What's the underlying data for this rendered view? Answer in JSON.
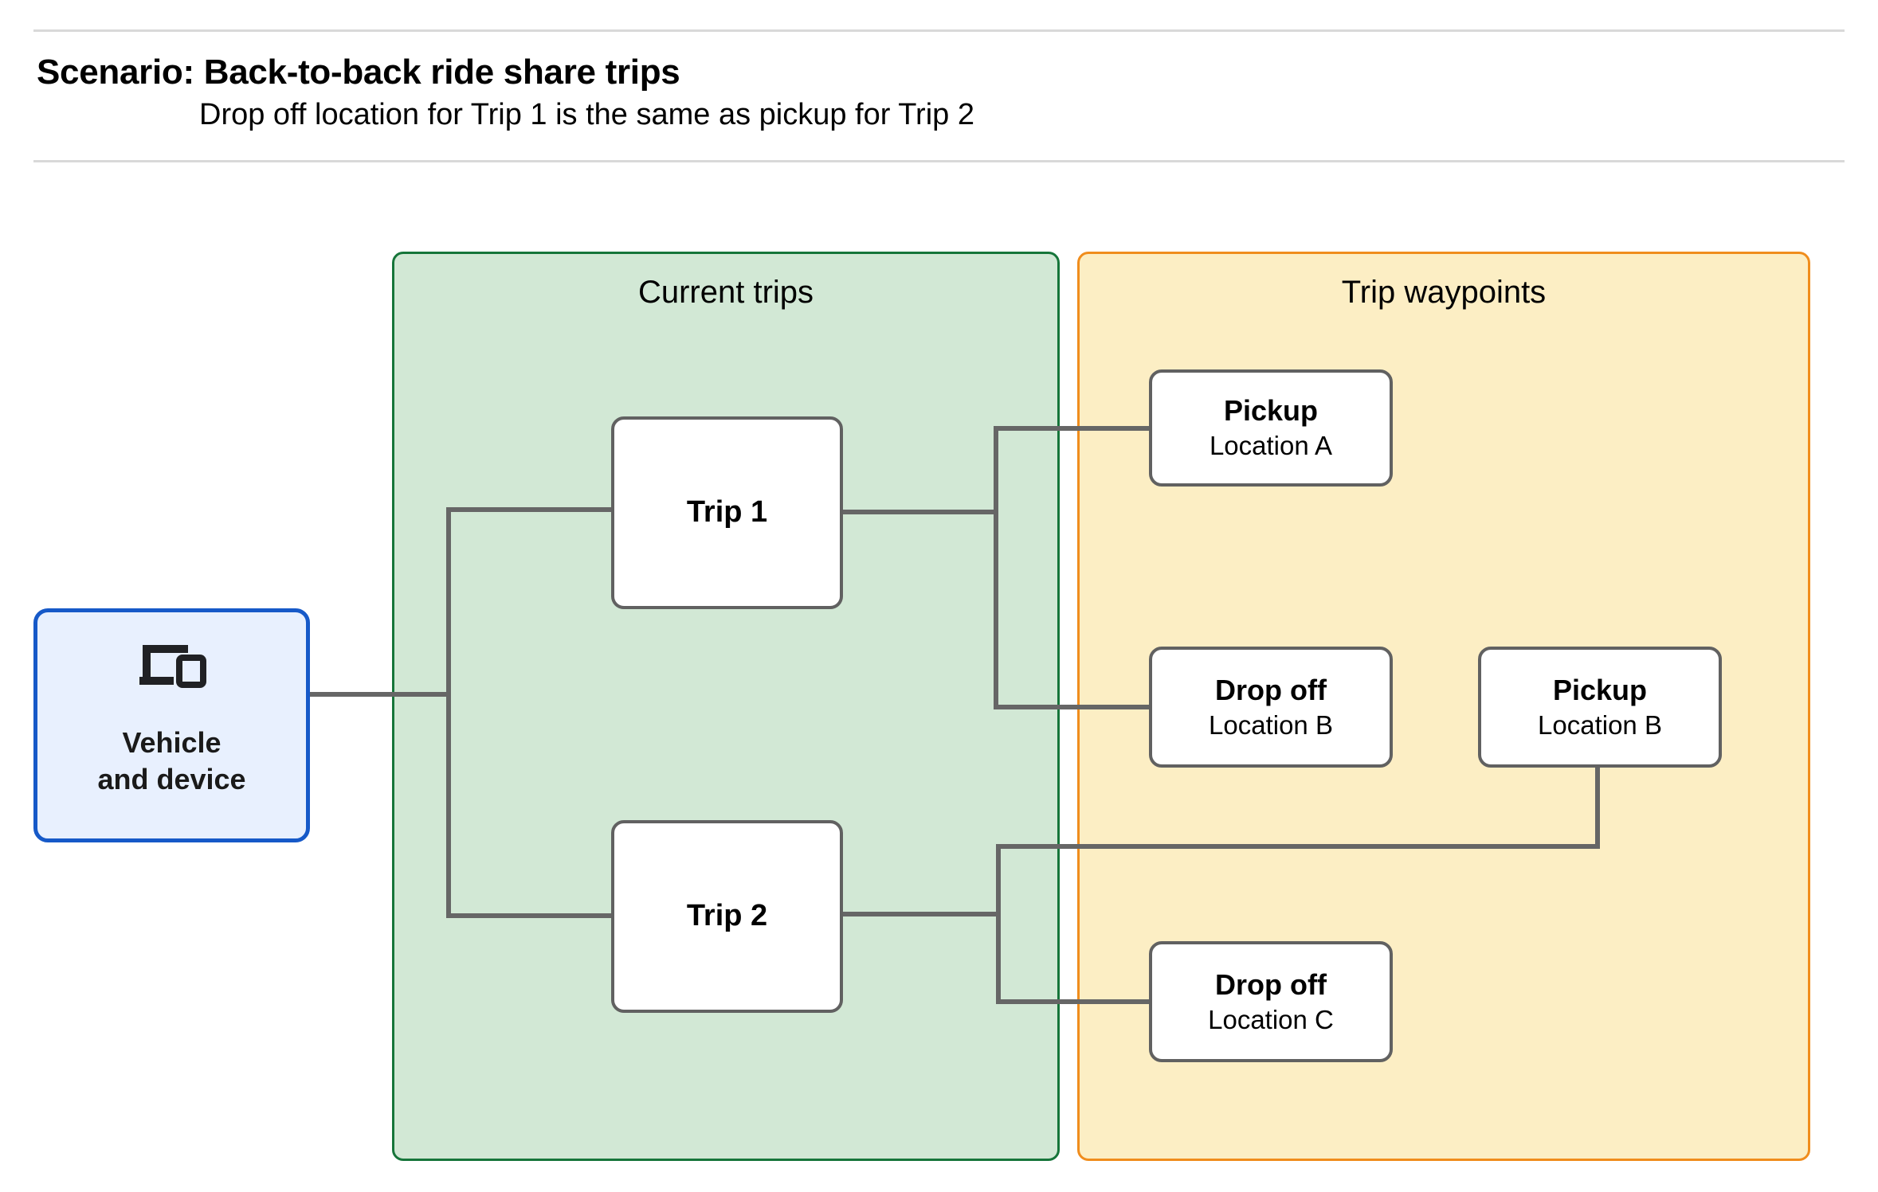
{
  "header": {
    "title": "Scenario: Back-to-back ride share trips",
    "subtitle": "Drop off  location for Trip 1 is the same as pickup for Trip 2"
  },
  "groups": {
    "current_trips": {
      "label": "Current trips",
      "fill": "#d2e8d5",
      "border": "#16753a"
    },
    "trip_waypoints": {
      "label": "Trip waypoints",
      "fill": "#fceec4",
      "border": "#f08d1d"
    }
  },
  "vehicle": {
    "icon": "devices-icon",
    "label": "Vehicle\nand device",
    "fill": "#e8f0fe",
    "border": "#1659c8"
  },
  "trips": [
    {
      "label": "Trip 1"
    },
    {
      "label": "Trip 2"
    }
  ],
  "waypoints": [
    {
      "type": "Pickup",
      "location": "Location A"
    },
    {
      "type": "Drop off",
      "location": "Location B"
    },
    {
      "type": "Pickup",
      "location": "Location B"
    },
    {
      "type": "Drop off",
      "location": "Location C"
    }
  ],
  "connector_color": "#666666"
}
